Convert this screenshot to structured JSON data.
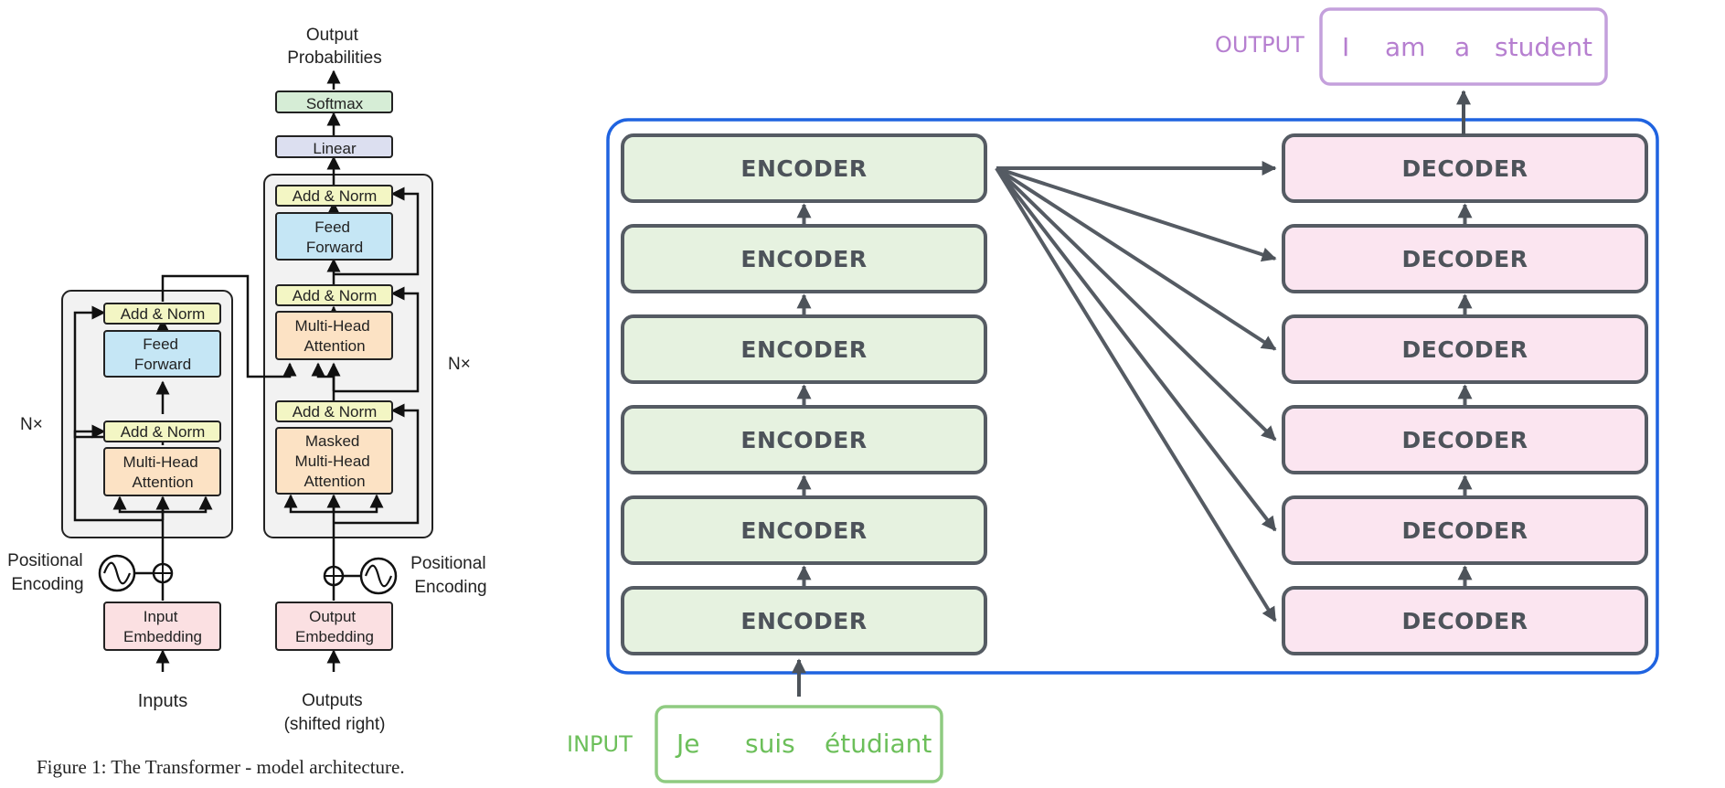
{
  "left": {
    "output_probabilities": [
      "Output",
      "Probabilities"
    ],
    "softmax": "Softmax",
    "linear": "Linear",
    "add_norm": "Add & Norm",
    "feed_forward": [
      "Feed",
      "Forward"
    ],
    "multi_head_attention": [
      "Multi-Head",
      "Attention"
    ],
    "masked_multi_head_attention": [
      "Masked",
      "Multi-Head",
      "Attention"
    ],
    "nx": "N×",
    "positional_encoding": [
      "Positional",
      "Encoding"
    ],
    "input_embedding": [
      "Input",
      "Embedding"
    ],
    "output_embedding": [
      "Output",
      "Embedding"
    ],
    "inputs": "Inputs",
    "outputs": [
      "Outputs",
      "(shifted right)"
    ],
    "caption": "Figure 1: The Transformer - model architecture."
  },
  "right": {
    "encoder_label": "ENCODER",
    "decoder_label": "DECODER",
    "stack_count": 6,
    "input_tag": "INPUT",
    "input_words": [
      "Je",
      "suis",
      "étudiant"
    ],
    "output_tag": "OUTPUT",
    "output_words": [
      "I",
      "am",
      "a",
      "student"
    ],
    "colors": {
      "encoder_fill": "#e6f2e0",
      "decoder_fill": "#fbe5f0",
      "stack_border": "#555b63",
      "frame": "#1f63e0",
      "input_green": "#6cbf5a",
      "output_purple": "#b67fd0"
    }
  },
  "colors": {
    "block_bg": "#f2f2f2",
    "add_norm": "#f3f6c4",
    "feed_forward": "#c5e6f5",
    "attention": "#fce2c4",
    "embedding": "#fbe0e2",
    "softmax": "#d6edd6",
    "linear": "#dcdff0"
  }
}
